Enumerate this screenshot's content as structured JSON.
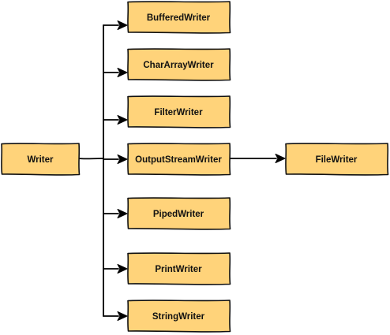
{
  "diagram": {
    "type": "class-hierarchy",
    "colors": {
      "box_fill": "#ffd37a",
      "box_stroke": "#111111",
      "edge": "#000000"
    },
    "root": {
      "label": "Writer"
    },
    "subclasses": [
      {
        "label": "BufferedWriter"
      },
      {
        "label": "CharArrayWriter"
      },
      {
        "label": "FilterWriter"
      },
      {
        "label": "OutputStreamWriter"
      },
      {
        "label": "PipedWriter"
      },
      {
        "label": "PrintWriter"
      },
      {
        "label": "StringWriter"
      }
    ],
    "derived": {
      "label": "FileWriter",
      "parent": "OutputStreamWriter"
    }
  }
}
